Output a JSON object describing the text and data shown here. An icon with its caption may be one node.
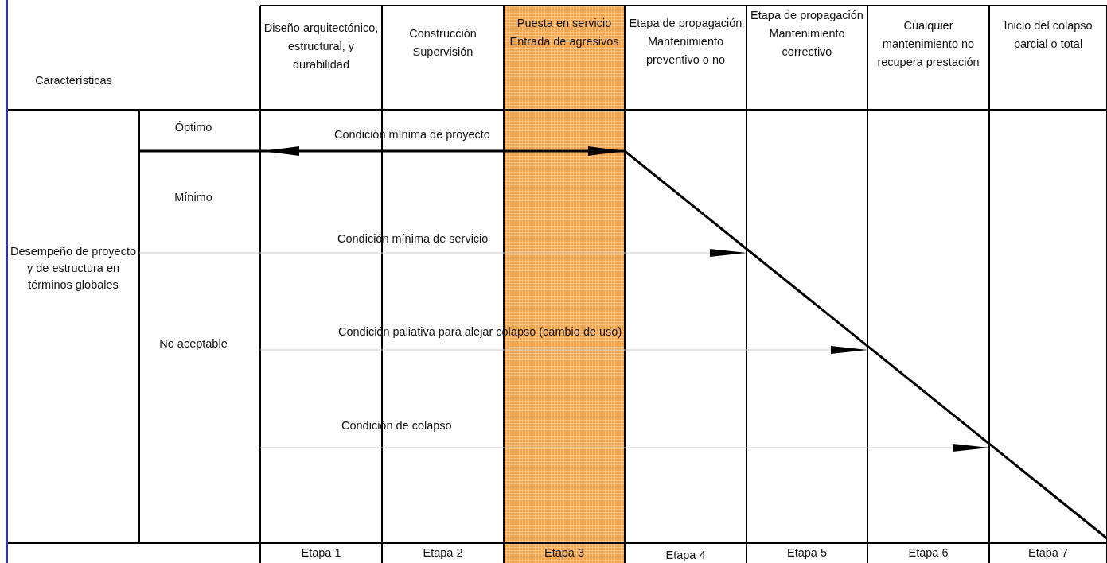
{
  "diagram": {
    "labels": [
      "Características",
      "Diseño arquitectónico, estructural, y durabilidad",
      "Construcción Supervisión",
      "Puesta en servicio Entrada de agresivos",
      "Etapa de propagación Mantenimiento preventivo o no",
      "Etapa de propagación Mantenimiento correctivo",
      "Cualquier mantenimiento no recupera prestación",
      "Inicio del colapso parcial o total",
      "Óptimo",
      "Condición mínima de proyecto",
      "Mínimo",
      "Condición mínima de servicio",
      "Desempeño de proyecto y de estructura en términos globales",
      "No aceptable",
      "Condición paliativa para alejar colapso (cambio de uso)",
      "Condición de colapso",
      "Etapa 1",
      "Etapa 2",
      "Etapa 3",
      "Etapa 4",
      "Etapa 5",
      "Etapa 6",
      "Etapa 7"
    ]
  }
}
